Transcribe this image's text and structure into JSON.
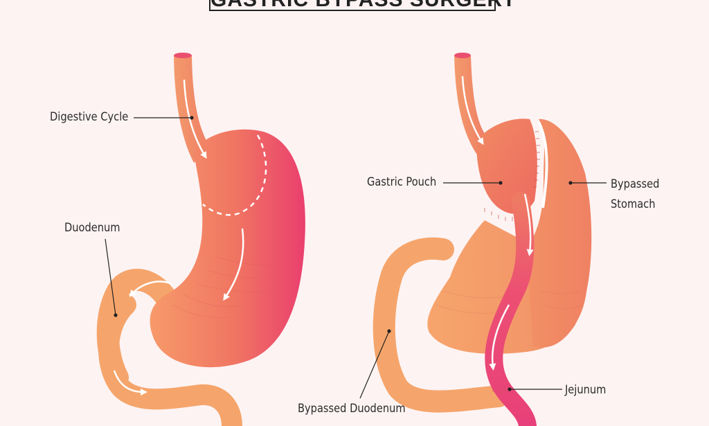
{
  "title": "GASTRIC BYPASS SURGERY",
  "labels": {
    "digestive_cycle": "Digestive Cycle",
    "duodenum": "Duodenum",
    "gastric_pouch": "Gastric Pouch",
    "bypassed_stomach_line1": "Bypassed",
    "bypassed_stomach_line2": "Stomach",
    "jejunum": "Jejunum",
    "bypassed_duodenum": "Bypassed Duodenum"
  },
  "colors": {
    "background": "#fdf3f3",
    "organ_light": "#f7a46e",
    "organ_mid": "#f0785f",
    "organ_dark": "#e8456d",
    "intestine": "#f5a36a",
    "jejunum": "#e8457a",
    "arrow": "#ffffff",
    "leader_line": "#222222"
  }
}
